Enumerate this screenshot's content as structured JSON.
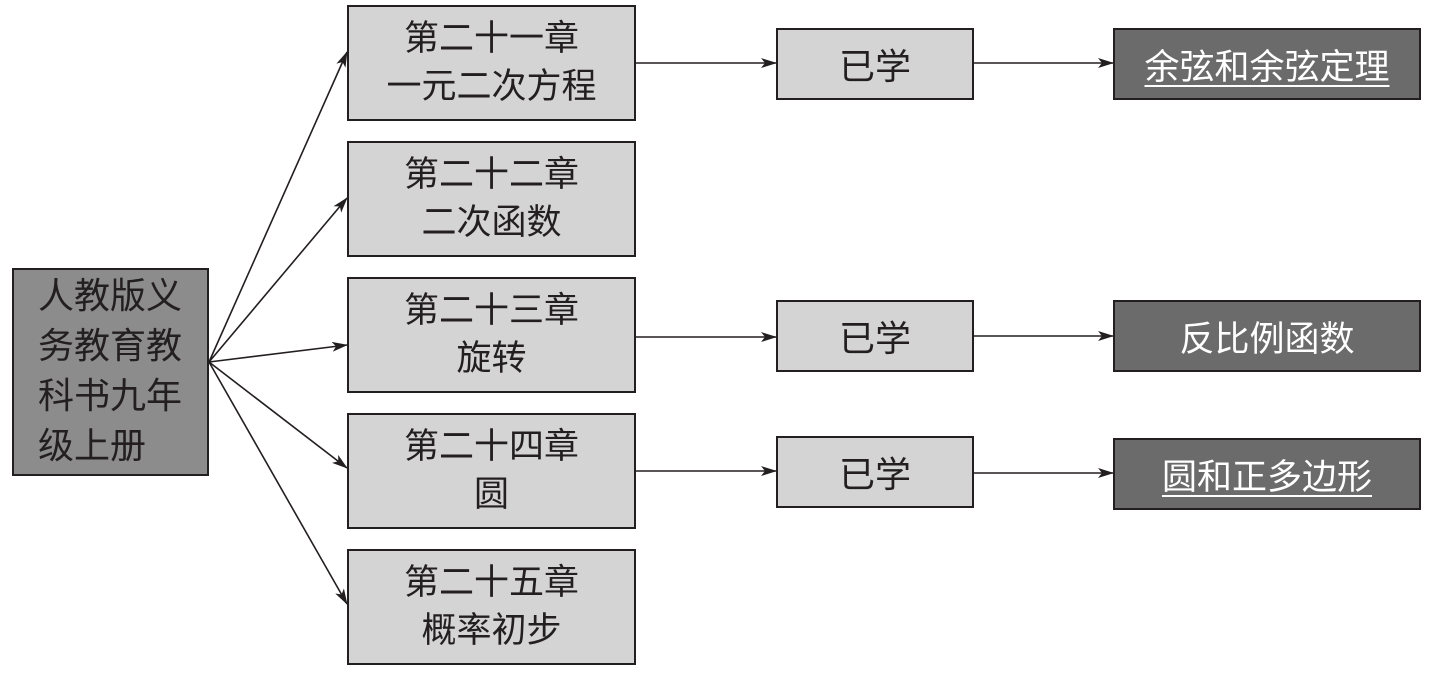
{
  "root": {
    "lines": [
      "人教版义",
      "务教育教",
      "科书九年",
      "级上册"
    ]
  },
  "chapters": [
    {
      "number": "第二十一章",
      "title": "一元二次方程"
    },
    {
      "number": "第二十二章",
      "title": "二次函数"
    },
    {
      "number": "第二十三章",
      "title": "旋转"
    },
    {
      "number": "第二十四章",
      "title": "圆"
    },
    {
      "number": "第二十五章",
      "title": "概率初步"
    }
  ],
  "learned": [
    {
      "label": "已学"
    },
    {
      "label": "已学"
    },
    {
      "label": "已学"
    }
  ],
  "targets": [
    {
      "text": "余弦和余弦定理",
      "underlined": true
    },
    {
      "text": "反比例函数",
      "underlined": false
    },
    {
      "text": "圆和正多边形",
      "underlined": true
    }
  ],
  "colors": {
    "root_fill": "#8c8c8c",
    "chapter_fill": "#d4d4d4",
    "target_fill": "#6b6b6b",
    "border": "#231f20",
    "target_text": "#ffffff"
  }
}
